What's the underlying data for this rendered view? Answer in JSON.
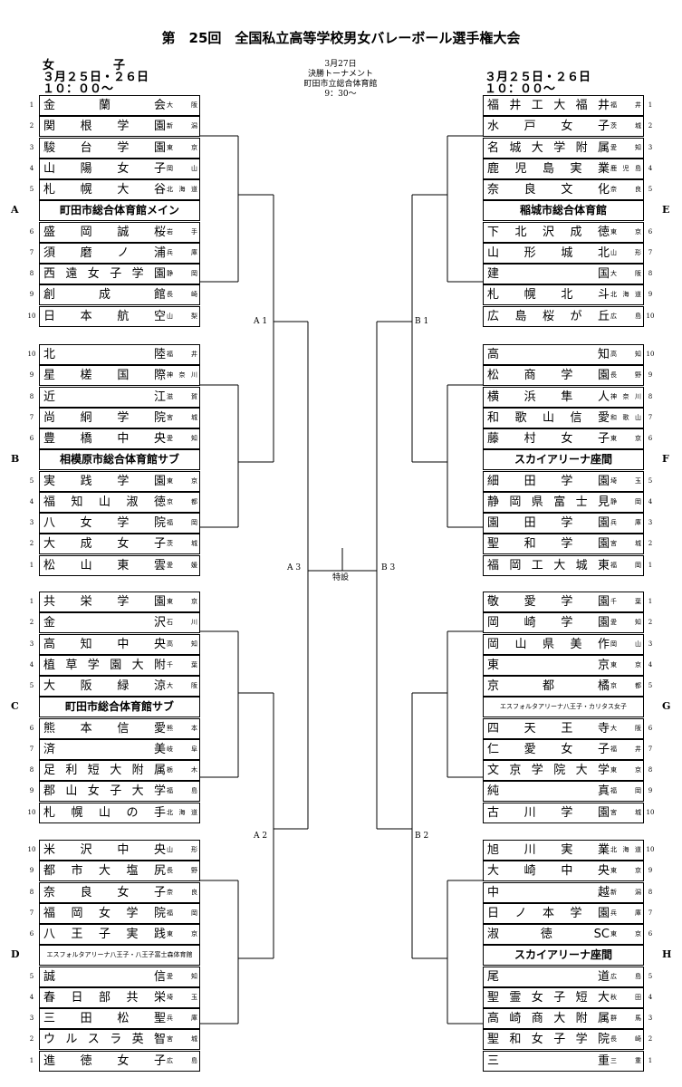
{
  "title": "第　25回　全国私立高等学校男女バレーボール選手権大会",
  "left_header": {
    "gender": "女　　　　　子",
    "dates": "３月２５日・２６日",
    "time": "１０：００～"
  },
  "right_header": {
    "dates": "３月２５日・２６日",
    "time": "１０：００～"
  },
  "final_info": {
    "date": "3月27日",
    "name": "決勝トーナメント",
    "venue": "町田市立総合体育館",
    "time": "9：30～"
  },
  "special": "特設",
  "round_labels": {
    "A1": "A 1",
    "A2": "A 2",
    "A3": "A 3",
    "B1": "B 1",
    "B2": "B 2",
    "B3": "B 3"
  },
  "blocks": [
    {
      "letter": "A",
      "side": "left",
      "venue": "町田市総合体育館メイン",
      "venue_small": false,
      "top": [
        {
          "seed": "1",
          "name": "金　蘭　会",
          "pref": "大阪"
        },
        {
          "seed": "2",
          "name": "関根学園",
          "pref": "新潟"
        },
        {
          "seed": "3",
          "name": "駿台学園",
          "pref": "東京"
        },
        {
          "seed": "4",
          "name": "山陽女子",
          "pref": "岡山"
        },
        {
          "seed": "5",
          "name": "札幌大谷",
          "pref": "北海道"
        }
      ],
      "bottom": [
        {
          "seed": "6",
          "name": "盛岡誠桜",
          "pref": "岩手"
        },
        {
          "seed": "7",
          "name": "須磨ノ浦",
          "pref": "兵庫"
        },
        {
          "seed": "8",
          "name": "西遠女子学園",
          "pref": "静岡"
        },
        {
          "seed": "9",
          "name": "創　成　館",
          "pref": "長崎"
        },
        {
          "seed": "10",
          "name": "日本航空",
          "pref": "山梨"
        }
      ]
    },
    {
      "letter": "B",
      "side": "left",
      "venue": "相模原市総合体育館サブ",
      "venue_small": false,
      "top": [
        {
          "seed": "10",
          "name": "北　　陸",
          "pref": "福井"
        },
        {
          "seed": "9",
          "name": "星槎国際",
          "pref": "神奈川"
        },
        {
          "seed": "8",
          "name": "近　　江",
          "pref": "滋賀"
        },
        {
          "seed": "7",
          "name": "尚絅学院",
          "pref": "宮城"
        },
        {
          "seed": "6",
          "name": "豊橋中央",
          "pref": "愛知"
        }
      ],
      "bottom": [
        {
          "seed": "5",
          "name": "実践学園",
          "pref": "東京"
        },
        {
          "seed": "4",
          "name": "福知山淑徳",
          "pref": "京都"
        },
        {
          "seed": "3",
          "name": "八女学院",
          "pref": "福岡"
        },
        {
          "seed": "2",
          "name": "大成女子",
          "pref": "茨城"
        },
        {
          "seed": "1",
          "name": "松山東雲",
          "pref": "愛媛"
        }
      ]
    },
    {
      "letter": "C",
      "side": "left",
      "venue": "町田市総合体育館サブ",
      "venue_small": false,
      "top": [
        {
          "seed": "1",
          "name": "共栄学園",
          "pref": "東京"
        },
        {
          "seed": "2",
          "name": "金　　沢",
          "pref": "石川"
        },
        {
          "seed": "3",
          "name": "高知中央",
          "pref": "高知"
        },
        {
          "seed": "4",
          "name": "植草学園大附",
          "pref": "千葉"
        },
        {
          "seed": "5",
          "name": "大阪緑涼",
          "pref": "大阪"
        }
      ],
      "bottom": [
        {
          "seed": "6",
          "name": "熊本信愛",
          "pref": "熊本"
        },
        {
          "seed": "7",
          "name": "済　　美",
          "pref": "岐阜"
        },
        {
          "seed": "8",
          "name": "足利短大附属",
          "pref": "栃木"
        },
        {
          "seed": "9",
          "name": "郡山女子大学",
          "pref": "福島"
        },
        {
          "seed": "10",
          "name": "札幌山の手",
          "pref": "北海道"
        }
      ]
    },
    {
      "letter": "D",
      "side": "left",
      "venue": "エスフォルタアリーナ八王子・八王子富士森体育館",
      "venue_small": true,
      "top": [
        {
          "seed": "10",
          "name": "米沢中央",
          "pref": "山形"
        },
        {
          "seed": "9",
          "name": "都市大塩尻",
          "pref": "長野"
        },
        {
          "seed": "8",
          "name": "奈良女子",
          "pref": "奈良"
        },
        {
          "seed": "7",
          "name": "福岡女学院",
          "pref": "福岡"
        },
        {
          "seed": "6",
          "name": "八王子実践",
          "pref": "東京"
        }
      ],
      "bottom": [
        {
          "seed": "5",
          "name": "誠　　信",
          "pref": "愛知"
        },
        {
          "seed": "4",
          "name": "春日部共栄",
          "pref": "埼玉"
        },
        {
          "seed": "3",
          "name": "三田松聖",
          "pref": "兵庫"
        },
        {
          "seed": "2",
          "name": "ウルスラ英智",
          "pref": "宮城"
        },
        {
          "seed": "1",
          "name": "進徳女子",
          "pref": "広島"
        }
      ]
    },
    {
      "letter": "E",
      "side": "right",
      "venue": "稲城市総合体育館",
      "venue_small": false,
      "top": [
        {
          "seed": "1",
          "name": "福井工大福井",
          "pref": "福井"
        },
        {
          "seed": "2",
          "name": "水戸女子",
          "pref": "茨城"
        },
        {
          "seed": "3",
          "name": "名城大学附属",
          "pref": "愛知"
        },
        {
          "seed": "4",
          "name": "鹿児島実業",
          "pref": "鹿児島"
        },
        {
          "seed": "5",
          "name": "奈良文化",
          "pref": "奈良"
        }
      ],
      "bottom": [
        {
          "seed": "6",
          "name": "下北沢成徳",
          "pref": "東京"
        },
        {
          "seed": "7",
          "name": "山形城北",
          "pref": "山形"
        },
        {
          "seed": "8",
          "name": "建　　国",
          "pref": "大阪"
        },
        {
          "seed": "9",
          "name": "札幌北斗",
          "pref": "北海道"
        },
        {
          "seed": "10",
          "name": "広島桜が丘",
          "pref": "広島"
        }
      ]
    },
    {
      "letter": "F",
      "side": "right",
      "venue": "スカイアリーナ座間",
      "venue_small": false,
      "top": [
        {
          "seed": "10",
          "name": "高　　知",
          "pref": "高知"
        },
        {
          "seed": "9",
          "name": "松商学園",
          "pref": "長野"
        },
        {
          "seed": "8",
          "name": "横浜隼人",
          "pref": "神奈川"
        },
        {
          "seed": "7",
          "name": "和歌山信愛",
          "pref": "和歌山"
        },
        {
          "seed": "6",
          "name": "藤村女子",
          "pref": "東京"
        }
      ],
      "bottom": [
        {
          "seed": "5",
          "name": "細田学園",
          "pref": "埼玉"
        },
        {
          "seed": "4",
          "name": "静岡県富士見",
          "pref": "静岡"
        },
        {
          "seed": "3",
          "name": "園田学園",
          "pref": "兵庫"
        },
        {
          "seed": "2",
          "name": "聖和学園",
          "pref": "宮城"
        },
        {
          "seed": "1",
          "name": "福岡工大城東",
          "pref": "福岡"
        }
      ]
    },
    {
      "letter": "G",
      "side": "right",
      "venue": "エスフォルタアリーナ八王子・カリタス女子",
      "venue_small": true,
      "top": [
        {
          "seed": "1",
          "name": "敬愛学園",
          "pref": "千葉"
        },
        {
          "seed": "2",
          "name": "岡崎学園",
          "pref": "愛知"
        },
        {
          "seed": "3",
          "name": "岡山県美作",
          "pref": "岡山"
        },
        {
          "seed": "4",
          "name": "東　　京",
          "pref": "東京"
        },
        {
          "seed": "5",
          "name": "京都橘",
          "pref": "京都"
        }
      ],
      "bottom": [
        {
          "seed": "6",
          "name": "四天王寺",
          "pref": "大阪"
        },
        {
          "seed": "7",
          "name": "仁愛女子",
          "pref": "福井"
        },
        {
          "seed": "8",
          "name": "文京学院大学",
          "pref": "東京"
        },
        {
          "seed": "9",
          "name": "純　　真",
          "pref": "福岡"
        },
        {
          "seed": "10",
          "name": "古川学園",
          "pref": "宮城"
        }
      ]
    },
    {
      "letter": "H",
      "side": "right",
      "venue": "スカイアリーナ座間",
      "venue_small": false,
      "top": [
        {
          "seed": "10",
          "name": "旭川実業",
          "pref": "北海道"
        },
        {
          "seed": "9",
          "name": "大崎中央",
          "pref": "東京"
        },
        {
          "seed": "8",
          "name": "中　　越",
          "pref": "新潟"
        },
        {
          "seed": "7",
          "name": "日ノ本学園",
          "pref": "兵庫"
        },
        {
          "seed": "6",
          "name": "淑徳SC",
          "pref": "東京"
        }
      ],
      "bottom": [
        {
          "seed": "5",
          "name": "尾　　道",
          "pref": "広島"
        },
        {
          "seed": "4",
          "name": "聖霊女子短大",
          "pref": "秋田"
        },
        {
          "seed": "3",
          "name": "高崎商大附属",
          "pref": "群馬"
        },
        {
          "seed": "2",
          "name": "聖和女子学院",
          "pref": "長崎"
        },
        {
          "seed": "1",
          "name": "三　　重",
          "pref": "三重"
        }
      ]
    }
  ]
}
